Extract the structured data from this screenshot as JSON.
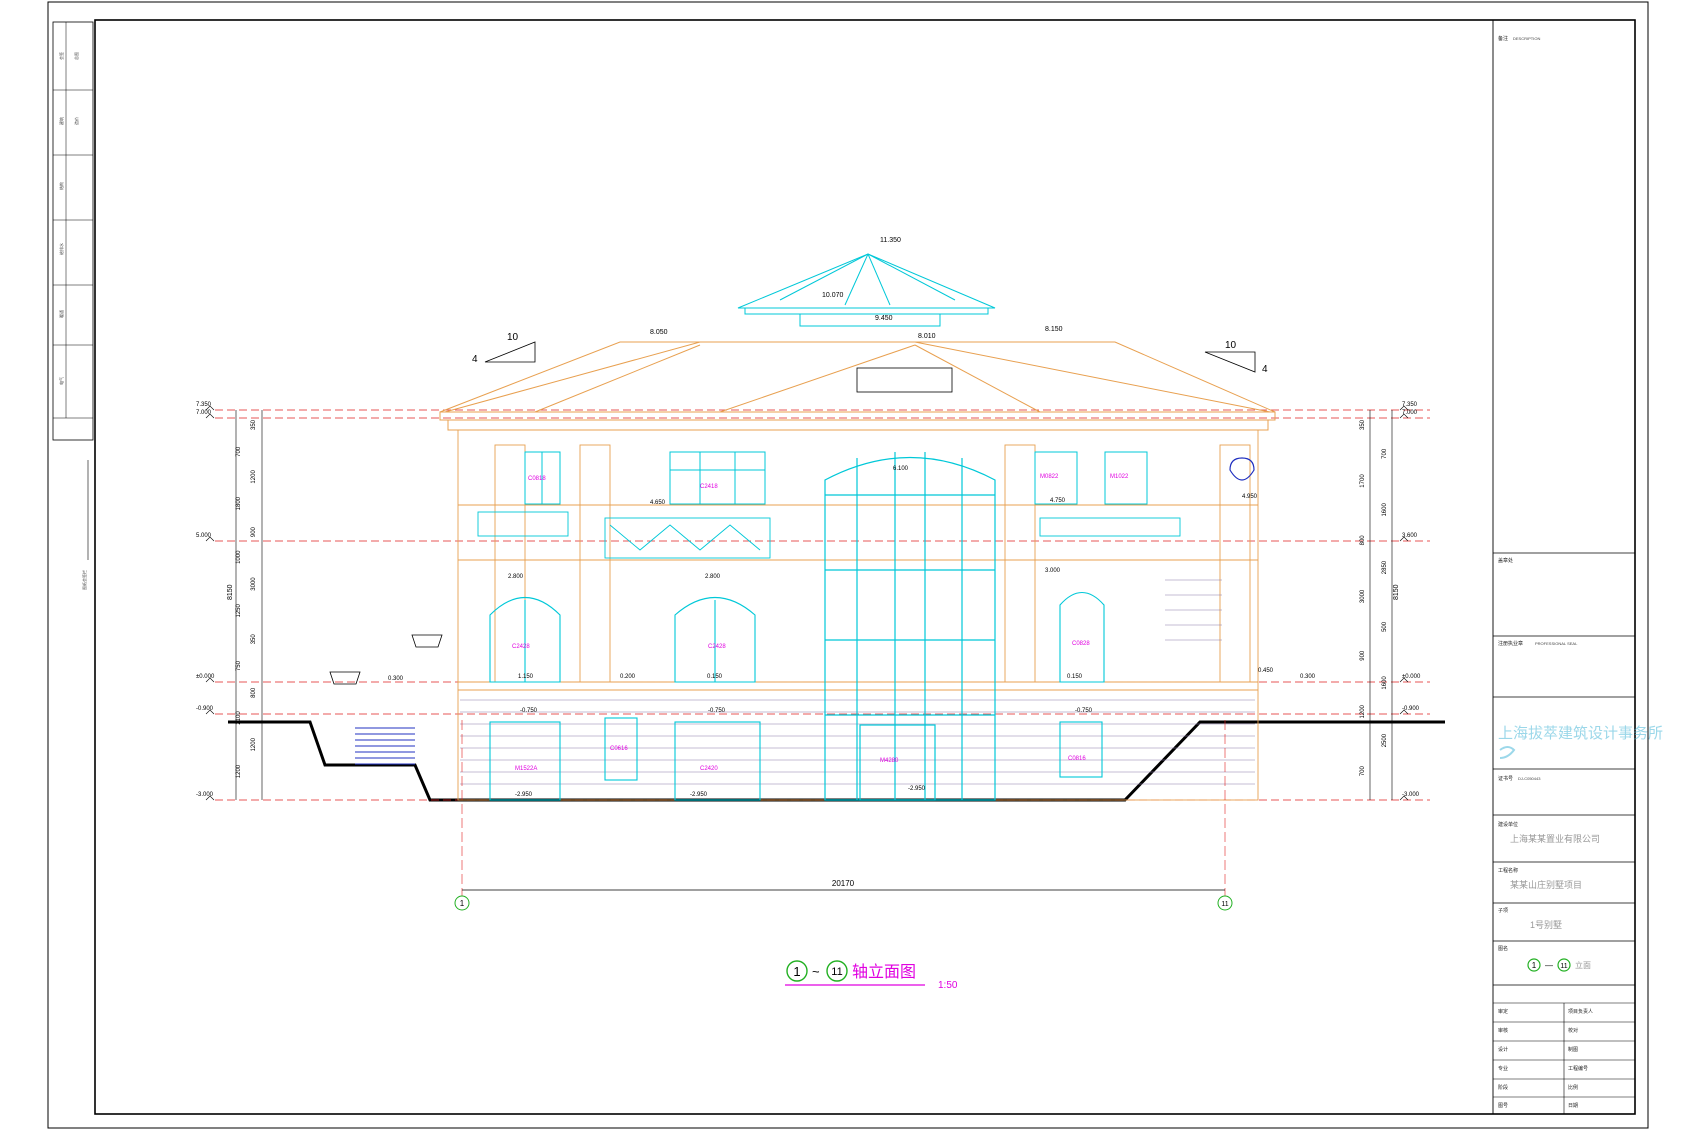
{
  "title_block": {
    "notes_label": "备注",
    "notes_en": "DESCRIPTION",
    "sign_label": "盖章处",
    "reg_label": "注册执业章",
    "reg_en": "PROFESSIONAL SEAL",
    "firm_name": "上海拔萃建筑设计事务所",
    "cert_label": "证书号",
    "cert_value": "DJ-C050443",
    "client_label": "建设单位",
    "client_value": "上海某某置业有限公司",
    "project_label": "工程名称",
    "project_value": "某某山庄别墅项目",
    "subitem_label": "子项",
    "subitem_value": "1号别墅",
    "drawing_title_label": "图名",
    "drawing_title_ref_a": "1",
    "drawing_title_dash": "—",
    "drawing_title_ref_b": "11",
    "drawing_title_suffix": "立面",
    "rows": [
      {
        "l": "审定",
        "r": "项目负责人"
      },
      {
        "l": "审核",
        "r": "校对"
      },
      {
        "l": "设计",
        "r": "制图"
      },
      {
        "l": "专业",
        "r": "工程编号"
      },
      {
        "l": "阶段",
        "r": "比例"
      },
      {
        "l": "图号",
        "r": "日期"
      }
    ]
  },
  "drawing": {
    "caption_ref_a": "1",
    "caption_ref_b": "11",
    "caption_text": "轴立面图",
    "scale": "1:50",
    "overall_dim": "20170",
    "axis_left": "1",
    "axis_right": "11",
    "ridge_top": "11.350",
    "lantern_el": "10.070",
    "lantern_base": "9.450",
    "roof_left": "8.050",
    "roof_right": "8.150",
    "eave_mid": "8.010",
    "slope_num": "10",
    "slope_den": "4",
    "lvl_left": [
      "7.350",
      "7.000",
      "5.000",
      "±0.000",
      "-0.900",
      "-3.000"
    ],
    "lvl_right": [
      "7.350",
      "7.000",
      "3.600",
      "±0.000",
      "-0.900",
      "-3.000"
    ],
    "dims_left": [
      "350",
      "700",
      "1200",
      "1800",
      "900",
      "1000",
      "3000",
      "1250",
      "350",
      "750",
      "800",
      "2100",
      "1200",
      "1200"
    ],
    "dims_left_total": "8150",
    "dims_right": [
      "350",
      "700",
      "1700",
      "1600",
      "800",
      "2850",
      "3000",
      "500",
      "900",
      "1600",
      "1200",
      "2500",
      "700"
    ],
    "dims_right_total": "8150",
    "window_tags": [
      "C0818",
      "C2418",
      "M0822",
      "M1022",
      "C2428",
      "C2428",
      "C0828",
      "C0616",
      "M1522A",
      "C2420",
      "M4280",
      "C0816"
    ],
    "floor_marks": [
      "4.650",
      "4.750",
      "4.950",
      "6.100",
      "2.800",
      "2.800",
      "3.000",
      "1.150",
      "0.300",
      "0.200",
      "0.150",
      "0.150",
      "0.450",
      "0.300",
      "-0.750",
      "-0.750",
      "-0.750",
      "-2.950",
      "-2.950",
      "-2.950"
    ]
  },
  "left_strip": {
    "labels": [
      "会签",
      "建筑",
      "结构",
      "给排水",
      "暖通",
      "电气",
      "总图",
      "造价"
    ],
    "vertical_note": "图纸会签栏"
  },
  "colors": {
    "frame": "#000000",
    "cyan": "#00c8d8",
    "orange": "#e8a050",
    "magenta": "#e000e0",
    "green": "#22b022",
    "red": "#e02020",
    "brick": "#8a7aa8",
    "firm": "#4ab8d8"
  }
}
